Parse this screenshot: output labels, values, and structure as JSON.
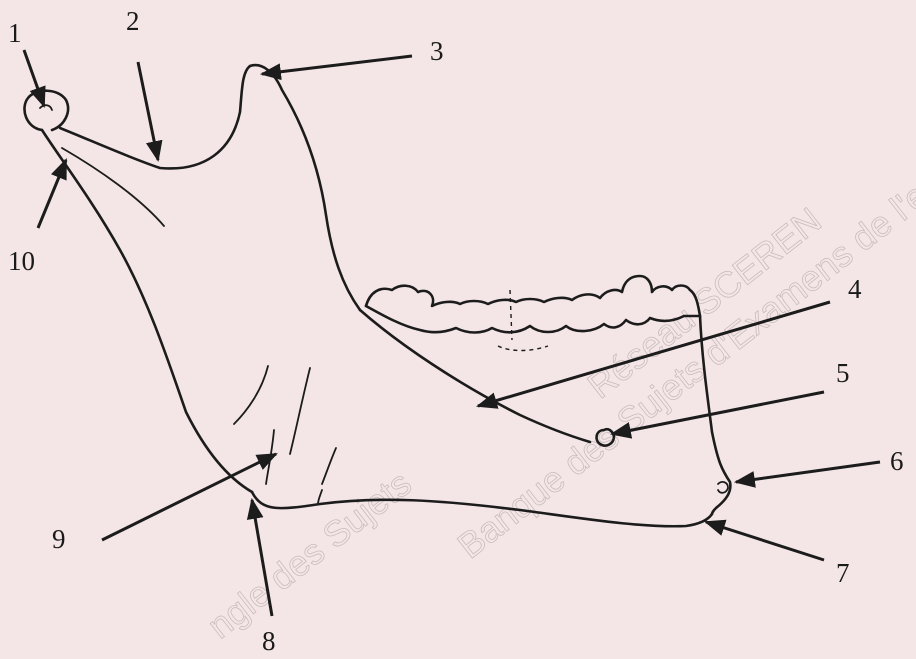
{
  "watermark": {
    "line1": "Banque des Sujets d'Examens de l'ens",
    "line2": "Réseau SCEREN",
    "line3": "ngle des Sujets"
  },
  "labels": [
    {
      "id": "1",
      "text": "1"
    },
    {
      "id": "2",
      "text": "2"
    },
    {
      "id": "3",
      "text": "3"
    },
    {
      "id": "4",
      "text": "4"
    },
    {
      "id": "5",
      "text": "5"
    },
    {
      "id": "6",
      "text": "6"
    },
    {
      "id": "7",
      "text": "7"
    },
    {
      "id": "8",
      "text": "8"
    },
    {
      "id": "9",
      "text": "9"
    },
    {
      "id": "10",
      "text": "10"
    }
  ],
  "colors": {
    "background": "#f4e6e6",
    "ink": "#1c1c1c",
    "watermark": "#c9bcbc"
  }
}
